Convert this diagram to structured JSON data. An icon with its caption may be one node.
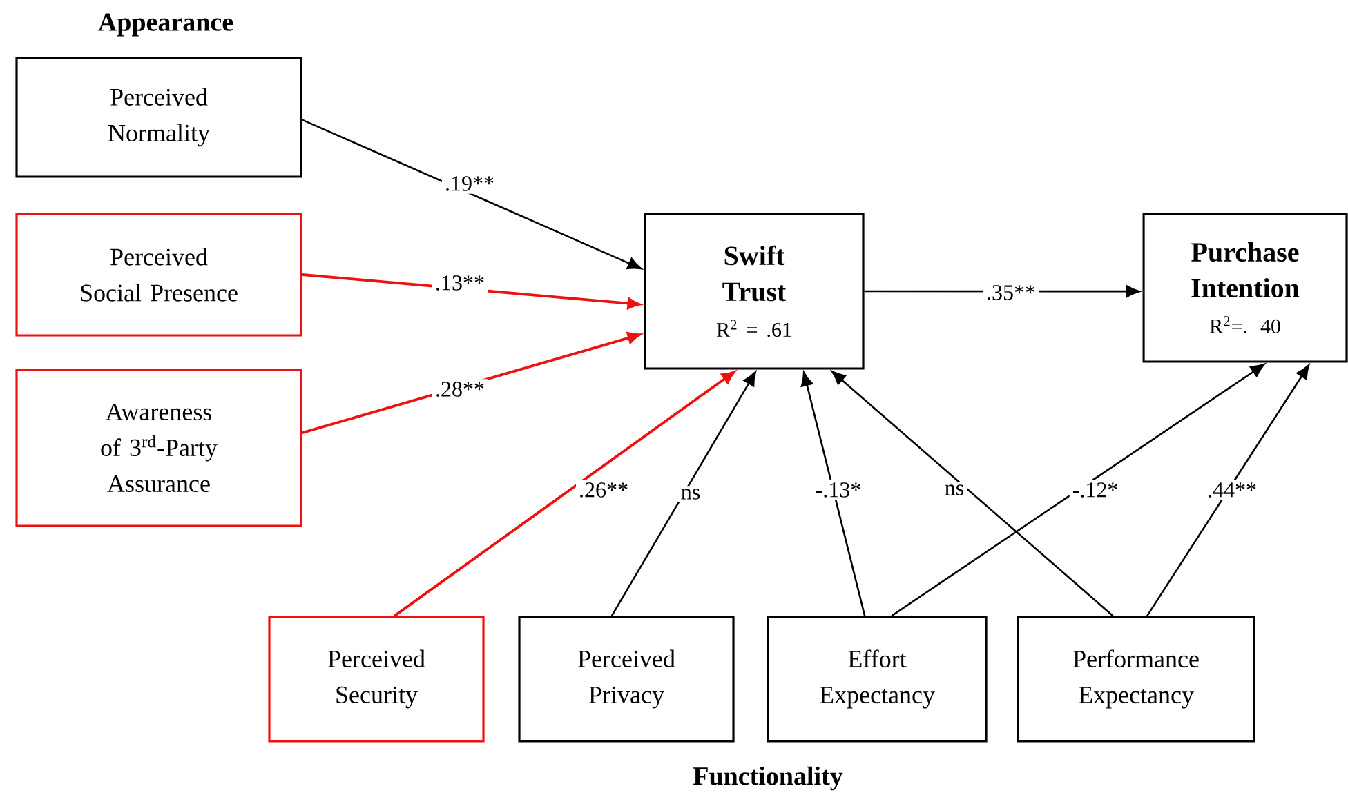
{
  "diagram": {
    "nodes": [
      {
        "text": [
          "Perceived Normality"
        ]
      },
      {
        "text": [
          "Perceived Social Presence"
        ]
      },
      {
        "text": [
          "Awareness of 3$^{rd}$-Party Assurance"
        ]
      },
      {
        "text": [
          "Swift Trust",
          "R$^{2}$ = .61"
        ]
      },
      {
        "text": [
          "Purchase Intention",
          "R$^{2}$=. 40"
        ]
      },
      {
        "text": [
          "Perceived Security"
        ]
      },
      {
        "text": [
          "Perceived Privacy"
        ]
      },
      {
        "text": [
          "Effort Expectancy"
        ]
      },
      {
        "text": [
          "Performance Expectancy"
        ]
      }
    ],
    "edges": [
      {
        "from": 0,
        "to": 3,
        "arrow": "to",
        "label": ".19**"
      },
      {
        "from": 1,
        "to": 3,
        "arrow": "to",
        "label": ".13**",
        "color": "#ee1111"
      },
      {
        "from": 2,
        "to": 3,
        "arrow": "to",
        "label": ".28**",
        "color": "#ee1111"
      },
      {
        "from": 3,
        "to": 4,
        "arrow": "to",
        "label": ".35**"
      },
      {
        "from": 5,
        "to": 3,
        "arrow": "to",
        "label": ".26**",
        "color": "#ee1111"
      },
      {
        "from": 6,
        "to": 3,
        "arrow": "to",
        "label": "ns"
      },
      {
        "from": 7,
        "to": 3,
        "arrow": "to",
        "label": "-.13*"
      },
      {
        "from": 8,
        "to": 3,
        "arrow": "to",
        "label": "ns"
      },
      {
        "from": 7,
        "to": 4,
        "arrow": "to",
        "label": "-.12*"
      },
      {
        "from": 8,
        "to": 4,
        "arrow": "to",
        "label": ".44**"
      }
    ],
    "labels": [
      "Appearance",
      "Functionality"
    ]
  }
}
